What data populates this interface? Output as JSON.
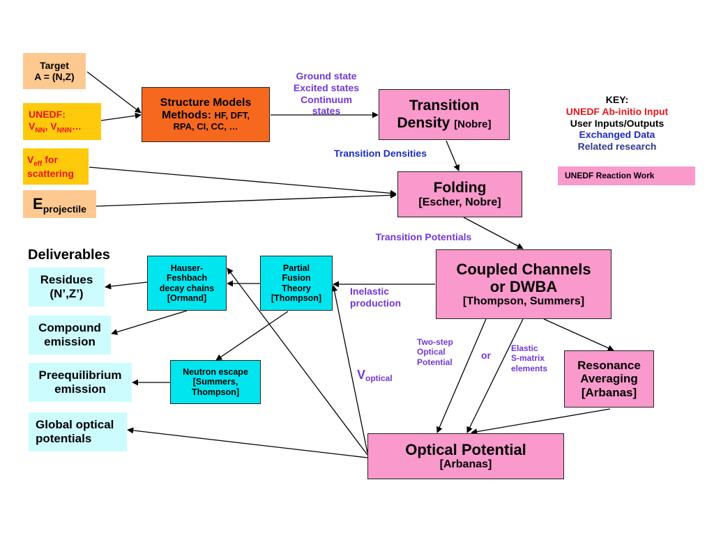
{
  "inputs": {
    "target": {
      "line1": "Target",
      "line2": "A = (N,Z)"
    },
    "unedf": {
      "line1": "UNEDF:",
      "v": "V",
      "nn": "NN",
      "sep": ", ",
      "v2": "V",
      "nnn": "NNN",
      "ellipsis": "…"
    },
    "veff": {
      "v": "V",
      "sub": "eff",
      "line1_rest": " for",
      "line2": "scattering"
    },
    "eproj": {
      "e": "E",
      "sub": "projectile"
    }
  },
  "boxes": {
    "structure": {
      "line1": "Structure Models",
      "line2_big": "Methods: ",
      "line2_small": "HF, DFT,",
      "line3": "RPA, CI, CC, …"
    },
    "transition_density": {
      "line1": "Transition",
      "line2_big": "Density ",
      "line2_small": "[Nobre]"
    },
    "folding": {
      "line1": "Folding",
      "line2": "[Escher, Nobre]"
    },
    "coupled": {
      "line1": "Coupled Channels",
      "line2": "or DWBA",
      "line3": "[Thompson, Summers]"
    },
    "resonance": {
      "line1": "Resonance",
      "line2": "Averaging",
      "line3": "[Arbanas]"
    },
    "optical": {
      "line1": "Optical Potential",
      "line2": "[Arbanas]"
    },
    "hauser": {
      "lines": [
        "Hauser-",
        "Feshbach",
        "decay chains",
        "[Ormand]"
      ]
    },
    "partial": {
      "lines": [
        "Partial",
        "Fusion",
        "Theory",
        "[Thompson]"
      ]
    },
    "neutron": {
      "lines": [
        "Neutron escape",
        "[Summers,",
        "Thompson]"
      ]
    }
  },
  "labels": {
    "ground_states": [
      "Ground state",
      "Excited states",
      "Continuum",
      "states"
    ],
    "transition_densities": "Transition Densities",
    "transition_potentials": "Transition Potentials",
    "inelastic": [
      "Inelastic",
      "production"
    ],
    "two_step": [
      "Two-step",
      "Optical",
      "Potential"
    ],
    "or": "or",
    "elastic": [
      "Elastic",
      "S-matrix",
      "elements"
    ],
    "voptical": {
      "v": "V",
      "sub": "optical"
    }
  },
  "deliverables": {
    "heading": "Deliverables",
    "residues": [
      "Residues",
      "(N’,Z’)"
    ],
    "compound": [
      "Compound",
      "emission"
    ],
    "preequilibrium": [
      "Preequilibrium",
      "emission"
    ],
    "global_optical": [
      "Global optical",
      "potentials"
    ]
  },
  "key": {
    "title": "KEY:",
    "abinitio": "UNEDF Ab-initio Input",
    "user_io": "User Inputs/Outputs",
    "exchanged": "Exchanged Data",
    "related": "Related research",
    "reaction_work": "UNEDF Reaction Work"
  },
  "colors": {
    "peach": "#fdc991",
    "orange": "#f7681f",
    "yellow": "#ffc90c",
    "pink": "#f999cc",
    "cyan": "#00e5ee",
    "light_cyan": "#cdfcff",
    "red_text": "#e8141d",
    "blue_text": "#1c2bc4",
    "purple_text": "#7237d9"
  }
}
